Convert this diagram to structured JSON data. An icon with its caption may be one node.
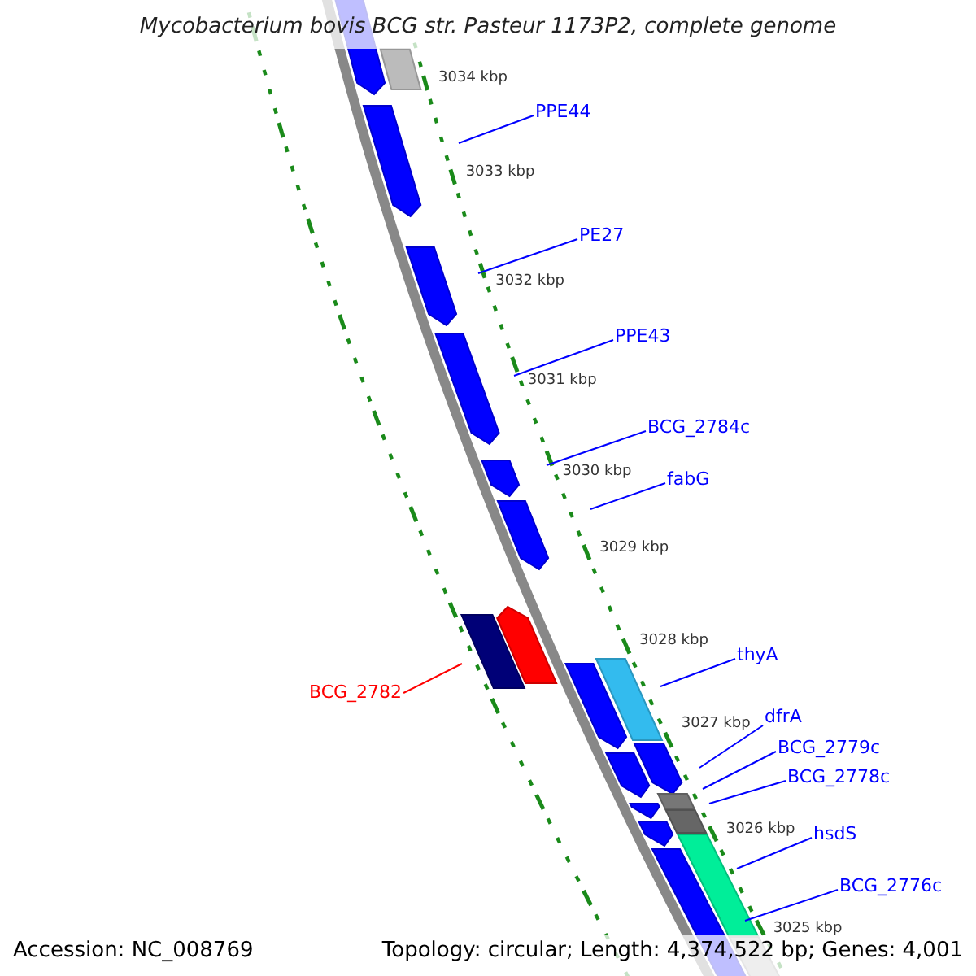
{
  "diagram": {
    "title": "Mycobacterium bovis BCG str. Pasteur 1173P2, complete genome",
    "nodes": [
      {
        "text": [
          "PPE44"
        ]
      },
      {
        "text": [
          "PE27"
        ]
      },
      {
        "text": [
          "PPE43"
        ]
      },
      {
        "text": [
          "BCG_2784c"
        ]
      },
      {
        "text": [
          "fabG"
        ]
      },
      {
        "text": [
          "BCG_2782"
        ]
      },
      {
        "text": [
          "thyA"
        ]
      },
      {
        "text": [
          "dfrA"
        ]
      },
      {
        "text": [
          "BCG_2779c"
        ]
      },
      {
        "text": [
          "BCG_2778c"
        ]
      },
      {
        "text": [
          "hsdS"
        ]
      },
      {
        "text": [
          "BCG_2776c"
        ]
      }
    ],
    "edges": [
      {
        "from": 0,
        "to": null,
        "arrow": "none"
      },
      {
        "from": 1,
        "to": null,
        "arrow": "none"
      },
      {
        "from": 2,
        "to": null,
        "arrow": "none"
      },
      {
        "from": 3,
        "to": null,
        "arrow": "none"
      },
      {
        "from": 4,
        "to": null,
        "arrow": "none"
      },
      {
        "from": 5,
        "to": null,
        "arrow": "none",
        "color": "#ff0000"
      },
      {
        "from": 6,
        "to": null,
        "arrow": "none"
      },
      {
        "from": 7,
        "to": null,
        "arrow": "none"
      },
      {
        "from": 8,
        "to": null,
        "arrow": "none"
      },
      {
        "from": 9,
        "to": null,
        "arrow": "none"
      },
      {
        "from": 10,
        "to": null,
        "arrow": "none"
      },
      {
        "from": 11,
        "to": null,
        "arrow": "none"
      }
    ],
    "labels": [
      "3034 kbp",
      "3033 kbp",
      "3032 kbp",
      "3031 kbp",
      "3030 kbp",
      "3029 kbp",
      "3028 kbp",
      "3027 kbp",
      "3026 kbp",
      "3025 kbp",
      "Accession: NC_008769",
      "Topology: circular; Length: 4,374,522 bp; Genes: 4,001"
    ]
  }
}
